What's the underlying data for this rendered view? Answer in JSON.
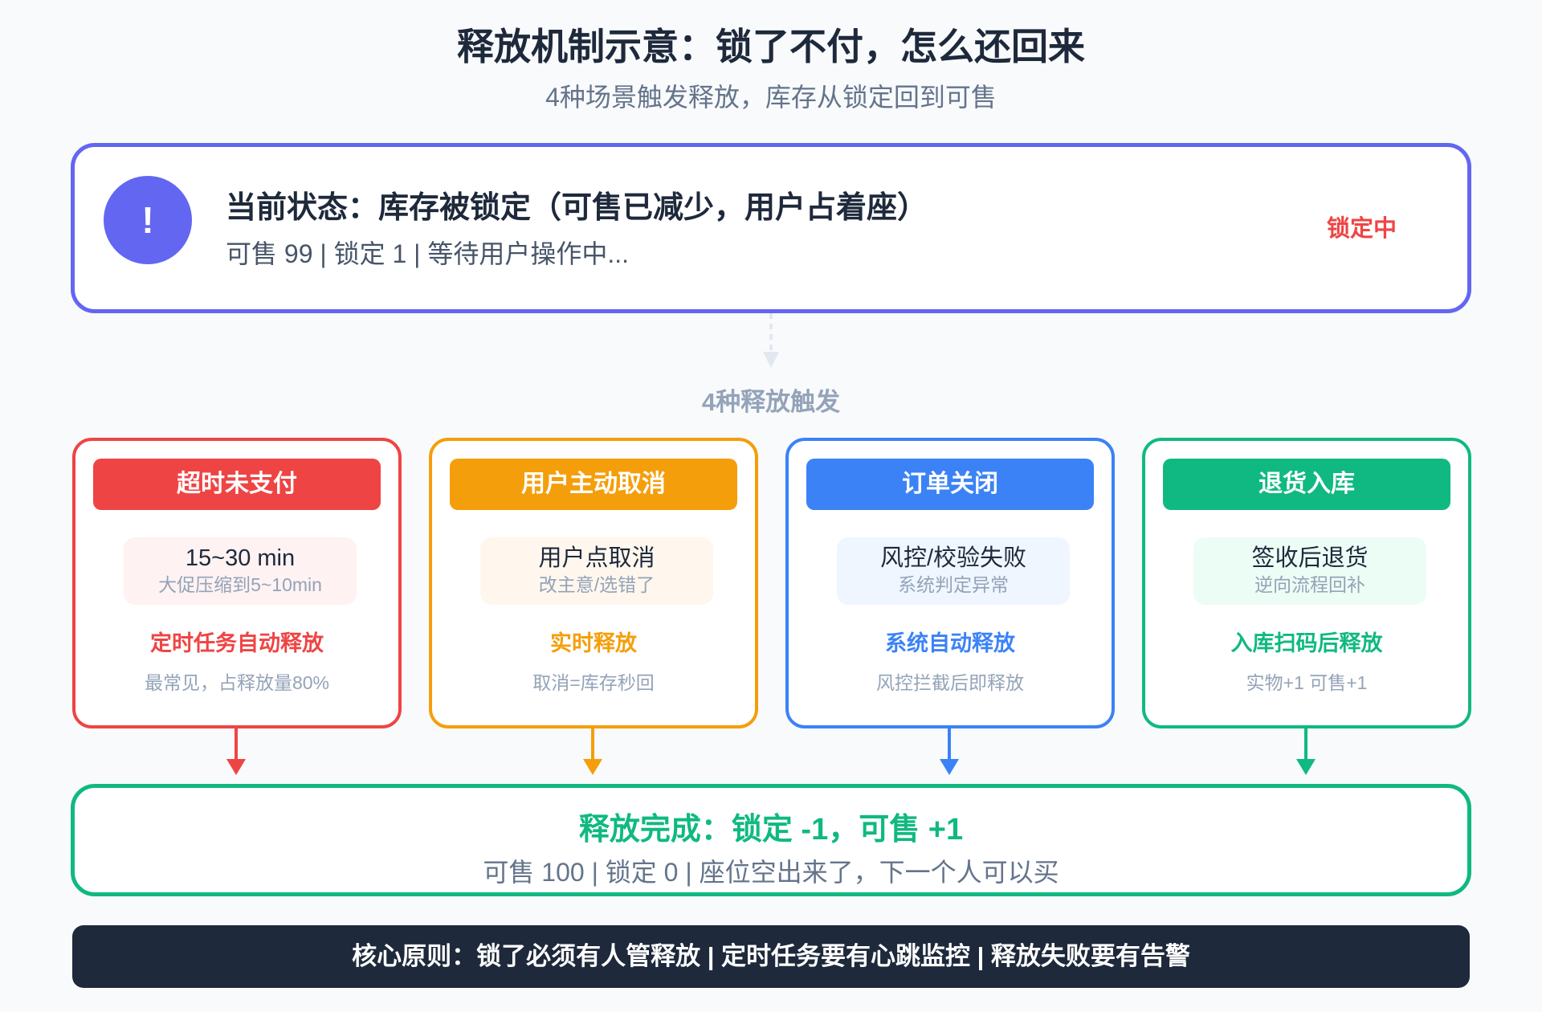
{
  "header": {
    "title": "释放机制示意：锁了不付，怎么还回来",
    "subtitle": "4种场景触发释放，库存从锁定回到可售"
  },
  "state": {
    "icon": "!",
    "heading": "当前状态：库存被锁定（可售已减少，用户占着座）",
    "detail": "可售 99 | 锁定 1 | 等待用户操作中...",
    "badge": "锁定中",
    "accent": "#6366f1",
    "badge_color": "#ef4444"
  },
  "section_label": "4种释放触发",
  "triggers": [
    {
      "title": "超时未支付",
      "case_main": "15~30 min",
      "case_sub": "大促压缩到5~10min",
      "action": "定时任务自动释放",
      "note": "最常见，占释放量80%",
      "color": "#ef4444",
      "tint": "#fef2f2"
    },
    {
      "title": "用户主动取消",
      "case_main": "用户点取消",
      "case_sub": "改主意/选错了",
      "action": "实时释放",
      "note": "取消=库存秒回",
      "color": "#f59e0b",
      "tint": "#fff7ed"
    },
    {
      "title": "订单关闭",
      "case_main": "风控/校验失败",
      "case_sub": "系统判定异常",
      "action": "系统自动释放",
      "note": "风控拦截后即释放",
      "color": "#3b82f6",
      "tint": "#eff6ff"
    },
    {
      "title": "退货入库",
      "case_main": "签收后退货",
      "case_sub": "逆向流程回补",
      "action": "入库扫码后释放",
      "note": "实物+1 可售+1",
      "color": "#10b981",
      "tint": "#ecfdf5"
    }
  ],
  "result": {
    "heading": "释放完成：锁定 -1，可售 +1",
    "detail": "可售 100 | 锁定 0 | 座位空出来了，下一个人可以买",
    "color": "#10b981"
  },
  "footer": "核心原则：锁了必须有人管释放 | 定时任务要有心跳监控 | 释放失败要有告警"
}
